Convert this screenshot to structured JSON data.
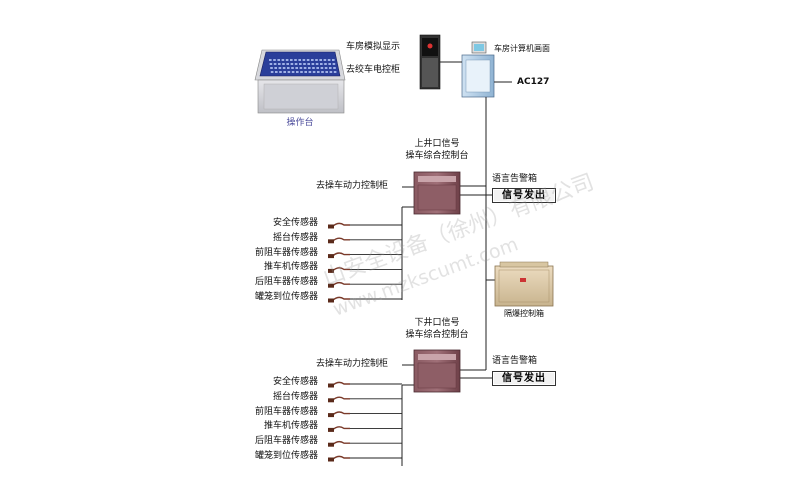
{
  "devices": {
    "console_label": "操作台",
    "simulation_display": "车房模拟显示",
    "winch_cabinet": "去绞车电控柜",
    "computer_screen": "车房计算机画面",
    "ac127": "AC127",
    "upper_station": {
      "line1": "上井口信号",
      "line2": "操车综合控制台"
    },
    "lower_station": {
      "line1": "下井口信号",
      "line2": "操车综合控制台"
    },
    "power_cabinet": "去操车动力控制柜",
    "voice_alarm": "语言告警箱",
    "signal_out": "信号发出",
    "explosion_box": "隔爆控制箱"
  },
  "sensors": [
    "安全传感器",
    "摇台传感器",
    "前阻车器传感器",
    "推车机传感器",
    "后阻车器传感器",
    "罐笼到位传感器"
  ],
  "watermark": {
    "line1": "山安全设备（徐州）有限公司",
    "line2": "www.mzkscumt.com"
  },
  "colors": {
    "line": "#222222",
    "cabinet": "#7a4a52",
    "console_panel": "#2a3e9a"
  }
}
